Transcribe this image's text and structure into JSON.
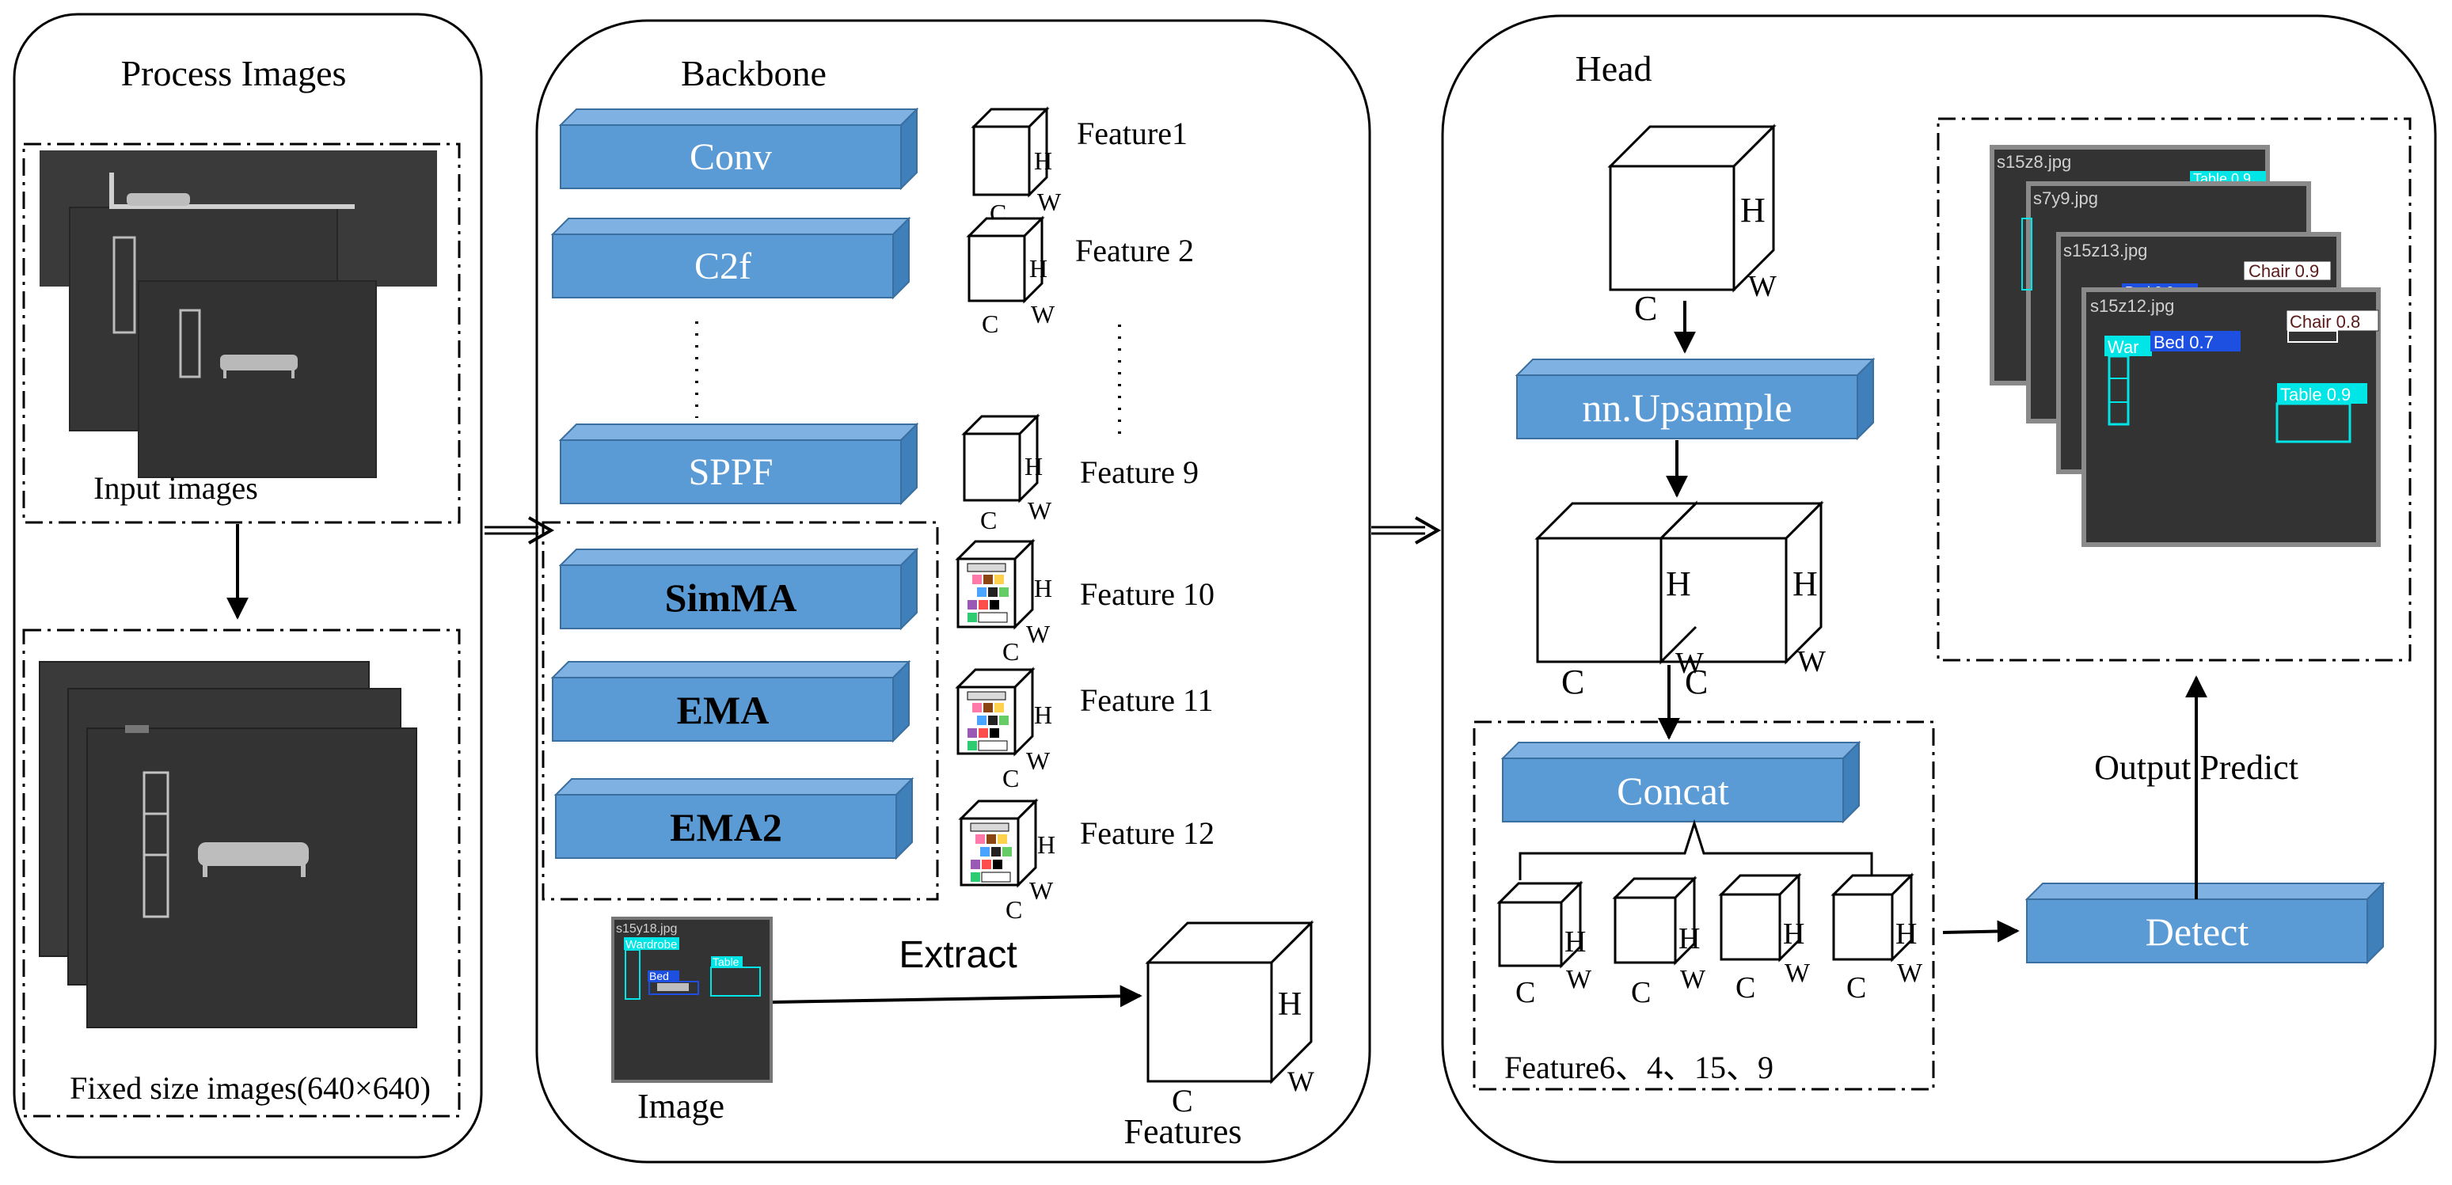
{
  "panels": {
    "process": {
      "title": "Process Images",
      "input_caption": "Input images",
      "fixed_caption": "Fixed size images(640×640)"
    },
    "backbone": {
      "title": "Backbone",
      "blocks": [
        "Conv",
        "C2f",
        "SPPF",
        "SimMA",
        "EMA",
        "EMA2"
      ],
      "features": [
        "Feature1",
        "Feature 2",
        "Feature 9",
        "Feature 10",
        "Feature 11",
        "Feature 12"
      ],
      "extract_label": "Extract",
      "image_label": "Image",
      "features_label": "Features",
      "thumb": {
        "filename": "s15y18.jpg",
        "boxes": [
          "Wardrobe",
          "Bed",
          "Table"
        ]
      }
    },
    "head": {
      "title": "Head",
      "upsample": "nn.Upsample",
      "concat": "Concat",
      "detect": "Detect",
      "feature_list": "Feature6、4、15、9",
      "output_label": "Output Predict",
      "results": [
        {
          "filename": "s15z8.jpg",
          "tags": [
            "Table 0.9"
          ]
        },
        {
          "filename": "s7y9.jpg",
          "tags": []
        },
        {
          "filename": "s15z13.jpg",
          "tags": [
            "Chair 0.9",
            "Bed 0.9"
          ]
        },
        {
          "filename": "s15z12.jpg",
          "tags": [
            "Chair 0.8",
            "War",
            "Bed 0.7",
            "Table 0.9"
          ]
        }
      ]
    }
  },
  "axis_letters": {
    "h": "H",
    "w": "W",
    "c": "C"
  },
  "colors": {
    "block_front": "#5b9bd5",
    "block_top": "#7fb2e2",
    "block_side": "#3f7fba",
    "block_border": "#3a6fa0",
    "screen_bg": "#2e2e2e",
    "cyan_tag": "#00e5e5",
    "blue_tag": "#1d4fe0"
  }
}
